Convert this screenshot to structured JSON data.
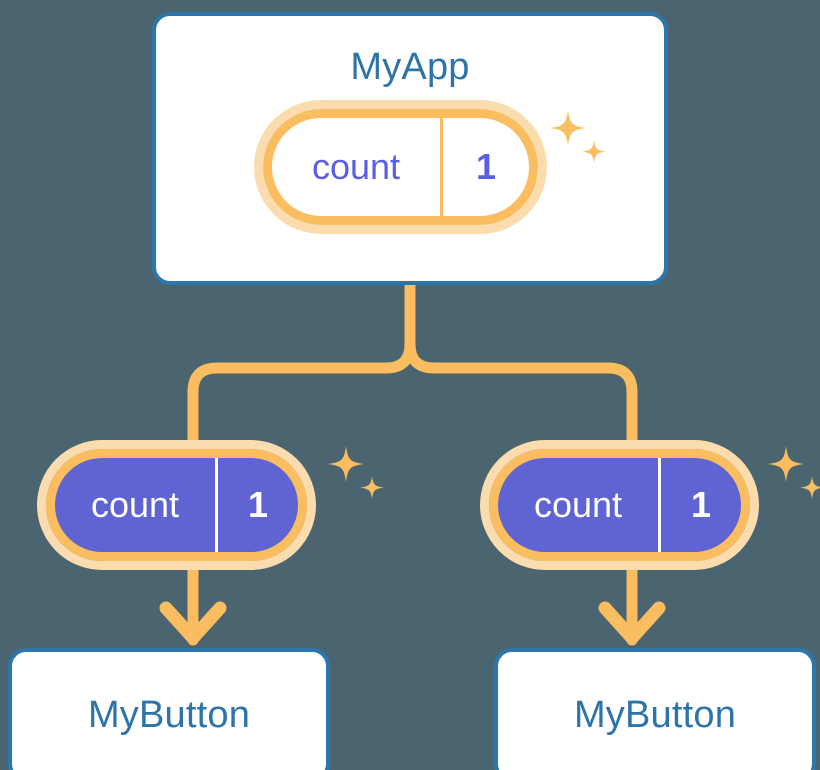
{
  "diagram": {
    "title_text": "MyApp",
    "colors": {
      "background": "#4a656f",
      "card_border": "#2b76ab",
      "card_fill": "#ffffff",
      "title_text": "#2d74a8",
      "pill_ring": "#fabd60",
      "pill_ring_outer": "#fbdcae",
      "pill_fill_filled": "#5f64d2",
      "pill_text_outline": "#5b5ee6",
      "pill_text_filled": "#ffffff",
      "connector": "#fabd60",
      "sparkle": "#fabd60"
    }
  },
  "root_component": {
    "name": "MyApp",
    "state_pill": {
      "key": "count",
      "value": "1",
      "style": "outline"
    },
    "sparkle_icon": "sparkle-icon"
  },
  "children": [
    {
      "prop_pill": {
        "key": "count",
        "value": "1",
        "style": "filled"
      },
      "component_name": "MyButton",
      "sparkle_icon": "sparkle-icon",
      "arrow_icon": "arrow-down-icon"
    },
    {
      "prop_pill": {
        "key": "count",
        "value": "1",
        "style": "filled"
      },
      "component_name": "MyButton",
      "sparkle_icon": "sparkle-icon",
      "arrow_icon": "arrow-down-icon"
    }
  ],
  "connectors": {
    "tree_icon": "tree-branch-connector",
    "arrow_left_icon": "arrow-down-icon",
    "arrow_right_icon": "arrow-down-icon"
  }
}
